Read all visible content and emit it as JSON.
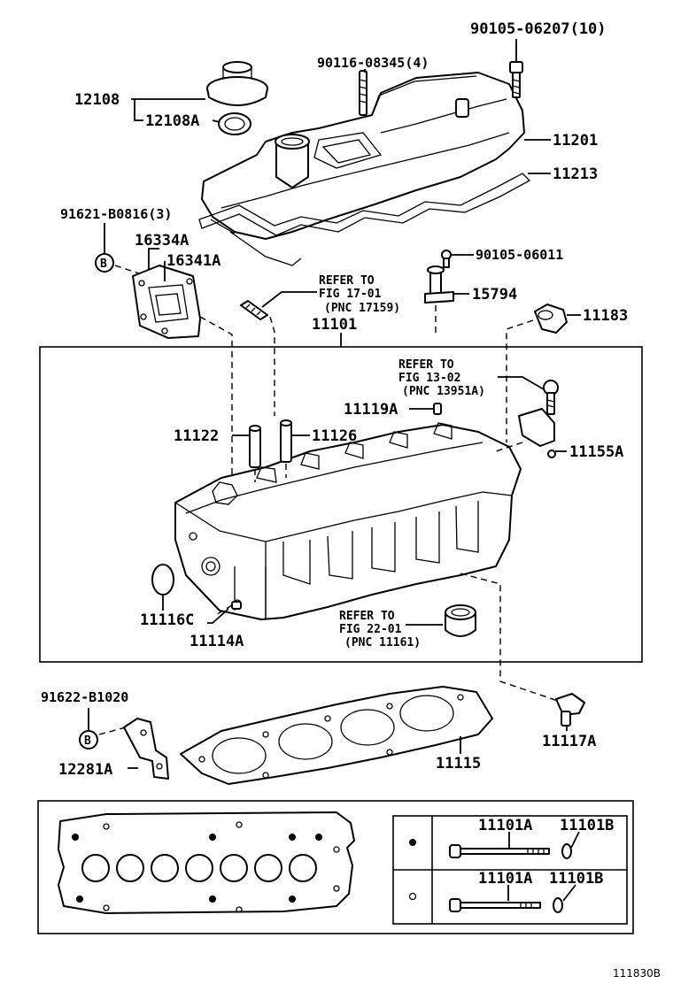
{
  "part_labels": {
    "p90105_06207": "90105-06207(10)",
    "p90116_08345": "90116-08345(4)",
    "p12108": "12108",
    "p12108A": "12108A",
    "p11201": "11201",
    "p11213": "11213",
    "p91621_B0816": "91621-B0816(3)",
    "p16334A": "16334A",
    "p16341A": "16341A",
    "p90105_06011": "90105-06011",
    "p15794": "15794",
    "p11183": "11183",
    "p11101": "11101",
    "p11119A": "11119A",
    "p11122": "11122",
    "p11126": "11126",
    "p11155A": "11155A",
    "p11116C": "11116C",
    "p11114A": "11114A",
    "p91622_B1020": "91622-B1020",
    "p11117A": "11117A",
    "p12281A": "12281A",
    "p11115": "11115",
    "p11101A_1": "11101A",
    "p11101B_1": "11101B",
    "p11101A_2": "11101A",
    "p11101B_2": "11101B"
  },
  "references": {
    "ref1": {
      "line1": "REFER TO",
      "line2": "FIG 17-01",
      "line3": "(PNC 17159)"
    },
    "ref2": {
      "line1": "REFER TO",
      "line2": "FIG 13-02",
      "line3": "(PNC 13951A)"
    },
    "ref3": {
      "line1": "REFER TO",
      "line2": "FIG 22-01",
      "line3": "(PNC 11161)"
    }
  },
  "markers": {
    "b1": "B",
    "b2": "B"
  },
  "figure_code": "111830B"
}
